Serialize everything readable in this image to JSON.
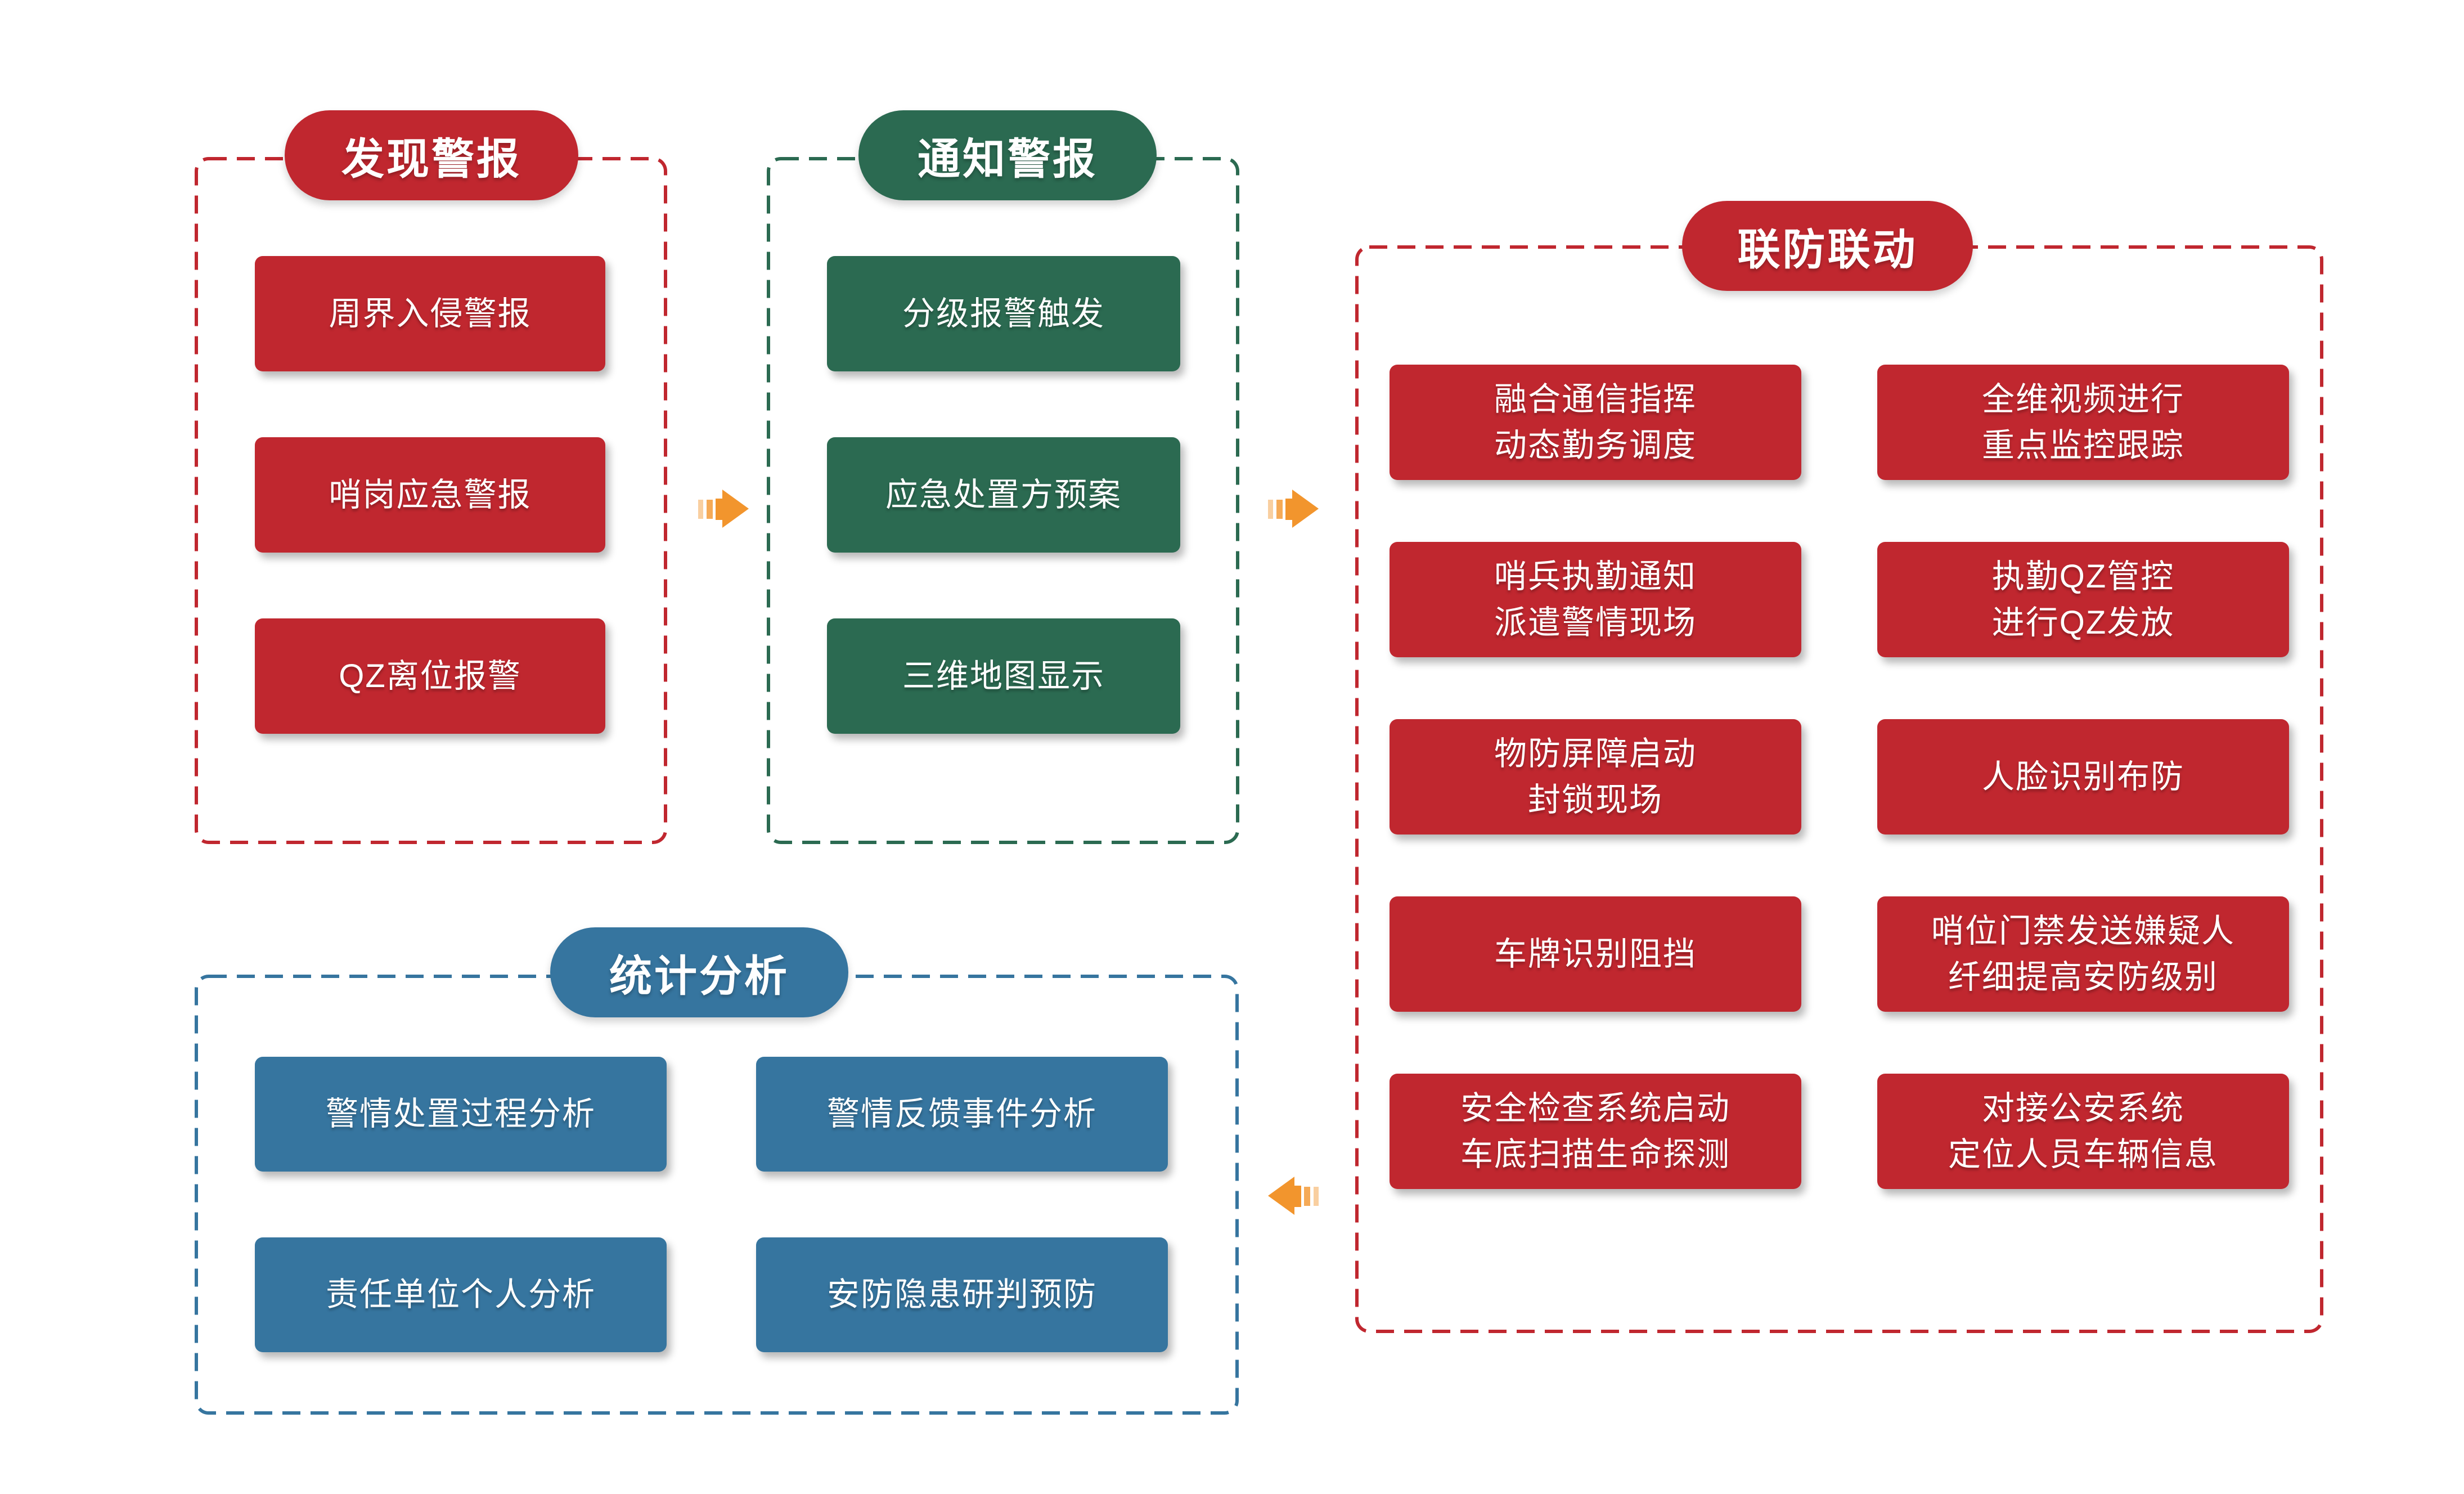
{
  "page": {
    "background": "#FFFFFF"
  },
  "colors": {
    "red": "#C0272F",
    "green": "#2B6A51",
    "blue": "#36759F",
    "arrow_orange": "#F2952D"
  },
  "groups": {
    "discover": {
      "title": "发现警报",
      "items": [
        "周界入侵警报",
        "哨岗应急警报",
        "QZ离位报警"
      ]
    },
    "notify": {
      "title": "通知警报",
      "items": [
        "分级报警触发",
        "应急处置方预案",
        "三维地图显示"
      ]
    },
    "joint": {
      "title": "联防联动",
      "left_items": [
        [
          "融合通信指挥",
          "动态勤务调度"
        ],
        [
          "哨兵执勤通知",
          "派遣警情现场"
        ],
        [
          "物防屏障启动",
          "封锁现场"
        ],
        [
          "车牌识别阻挡"
        ],
        [
          "安全检查系统启动",
          "车底扫描生命探测"
        ]
      ],
      "right_items": [
        [
          "全维视频进行",
          "重点监控跟踪"
        ],
        [
          "执勤QZ管控",
          "进行QZ发放"
        ],
        [
          "人脸识别布防"
        ],
        [
          "哨位门禁发送嫌疑人",
          "纤细提高安防级别"
        ],
        [
          "对接公安系统",
          "定位人员车辆信息"
        ]
      ]
    },
    "stats": {
      "title": "统计分析",
      "items": [
        "警情处置过程分析",
        "警情反馈事件分析",
        "责任单位个人分析",
        "安防隐患研判预防"
      ]
    }
  },
  "arrows": [
    {
      "name": "arrow-discover-to-notify",
      "direction": "right"
    },
    {
      "name": "arrow-notify-to-joint",
      "direction": "right"
    },
    {
      "name": "arrow-joint-to-stats",
      "direction": "left"
    }
  ]
}
